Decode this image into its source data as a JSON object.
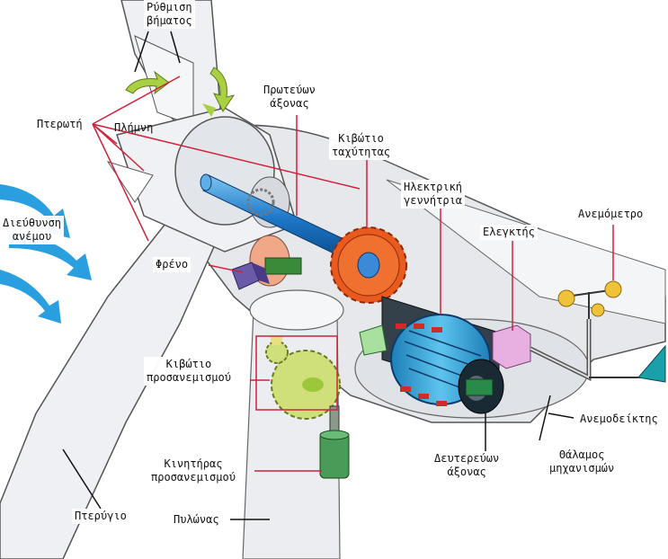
{
  "labels": {
    "pitch": "Ρύθμιση\nβήματος",
    "rotor_blade_area": "Πτερωτή",
    "hub": "Πλήμνη",
    "main_shaft": "Πρωτεύων\nάξονας",
    "gearbox": "Κιβώτιο\nταχύτητας",
    "generator": "Ηλεκτρική\nγεννήτρια",
    "controller": "Ελεγκτής",
    "anemometer": "Ανεμόμετρο",
    "wind_direction": "Διεύθυνση\nανέμου",
    "brake": "Φρένο",
    "yaw_gear": "Κιβώτιο\nπροσανεμισμού",
    "wind_vane": "Ανεμοδείκτης",
    "nacelle": "Θάλαμος\nμηχανισμών",
    "secondary_shaft": "Δευτερεύων\nάξονας",
    "yaw_motor": "Κινητήρας\nπροσανεμισμού",
    "blade": "Πτερύγιο",
    "tower": "Πυλώνας"
  },
  "colors": {
    "leader_line": "#d0223a",
    "shaft": "#1e78c8",
    "gear": "#e85a1e",
    "generator_body": "#2aa2d8",
    "wind_arrow": "#2a9fe0",
    "brake_disc": "#f0a888",
    "brake_caliper": "#6a5aa8",
    "yaw_gear": "#cfe07a",
    "yaw_motor": "#4a9a58",
    "controller_box": "#e8b0e0",
    "anemometer_cup": "#f0c23a",
    "wind_vane": "#1aa0a8",
    "pitch_arrow": "#a8d040"
  }
}
